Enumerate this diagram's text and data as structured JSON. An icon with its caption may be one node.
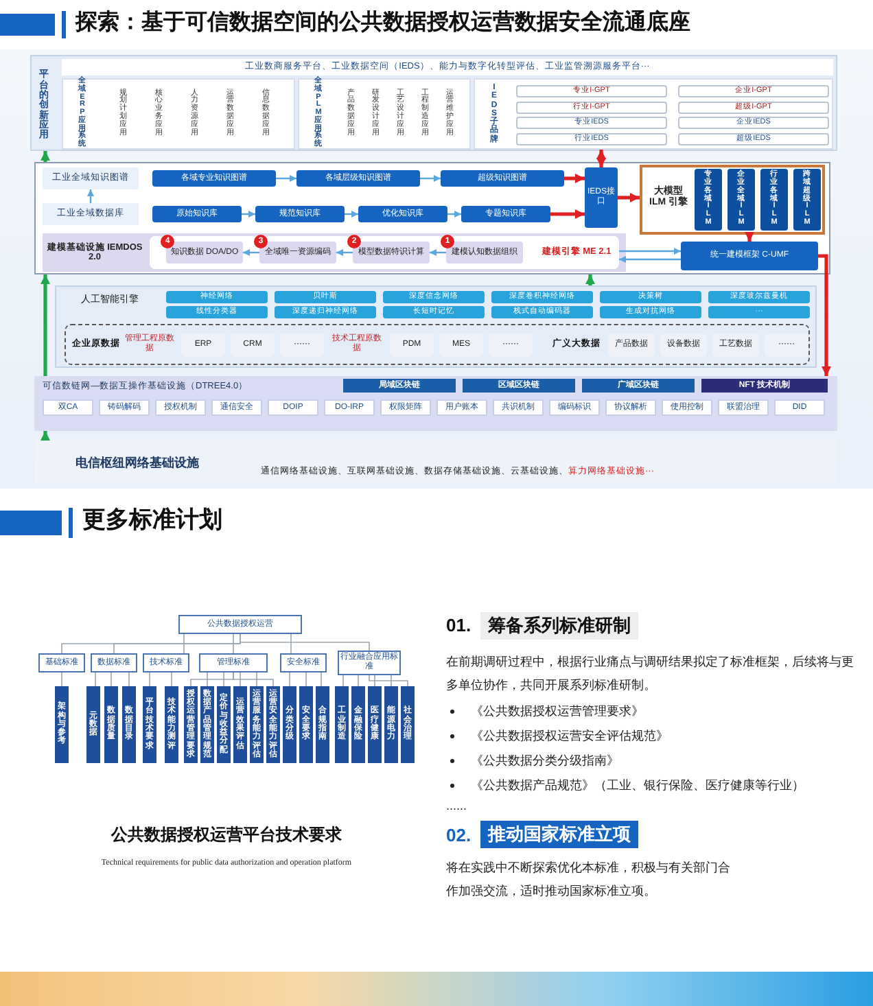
{
  "diagram": {
    "nodes": [
      {
        "text": [
          "平台的创新应用"
        ]
      },
      {
        "text": [
          "工业数商服务平台、工业数据空间（IEDS）、能力与数字化转型评估、工业监管溯源服务平台···"
        ],
        "in": 0
      },
      {
        "text": [
          "全域ERP应用系统",
          "规划计划应用",
          "核心业务应用",
          "人力资源应用",
          "运营数据应用",
          "信息数据应用"
        ],
        "in": 0
      },
      {
        "text": [
          "全域PLM应用系统",
          "产品数据应用",
          "研发设计应用",
          "工艺设计应用",
          "工程制造应用",
          "运营维护应用"
        ],
        "in": 0
      },
      {
        "text": [
          "IEDS子品牌"
        ],
        "in": 0
      },
      {
        "text": [
          "专业I-GPT"
        ],
        "in": 4
      },
      {
        "text": [
          "企业I-GPT"
        ],
        "in": 4
      },
      {
        "text": [
          "行业I-GPT"
        ],
        "in": 4
      },
      {
        "text": [
          "超级I-GPT"
        ],
        "in": 4
      },
      {
        "text": [
          "专业IEDS"
        ],
        "in": 4
      },
      {
        "text": [
          "企业IEDS"
        ],
        "in": 4
      },
      {
        "text": [
          "行业IEDS"
        ],
        "in": 4
      },
      {
        "text": [
          "超级IEDS"
        ],
        "in": 4
      },
      {
        "text": [],
        "shape": "box"
      },
      {
        "text": [
          "工业全域知识图谱"
        ],
        "in": 13
      },
      {
        "text": [
          "各域专业知识图谱"
        ],
        "in": 13
      },
      {
        "text": [
          "各域层级知识图谱"
        ],
        "in": 13
      },
      {
        "text": [
          "超级知识图谱"
        ],
        "in": 13
      },
      {
        "text": [
          "工业全域数据库"
        ],
        "in": 13
      },
      {
        "text": [
          "原始知识库"
        ],
        "in": 13
      },
      {
        "text": [
          "规范知识库"
        ],
        "in": 13
      },
      {
        "text": [
          "优化知识库"
        ],
        "in": 13
      },
      {
        "text": [
          "专题知识库"
        ],
        "in": 13
      },
      {
        "text": [
          "IEDS接口"
        ],
        "in": 13
      },
      {
        "text": [
          "大模型 ILM 引擎"
        ],
        "in": 13
      },
      {
        "text": [
          "专业各域ILM"
        ],
        "in": 24
      },
      {
        "text": [
          "企业全域ILM"
        ],
        "in": 24
      },
      {
        "text": [
          "行业各域ILM"
        ],
        "in": 24
      },
      {
        "text": [
          "跨域超级ILM"
        ],
        "in": 24
      },
      {
        "text": [
          "建模基础设施 IEMDOS 2.0"
        ],
        "in": 13
      },
      {
        "text": [
          "建模引擎 ME 2.1"
        ],
        "in": 29
      },
      {
        "text": [
          "知识数据 DOA/DO"
        ],
        "beside": [
          "4"
        ],
        "in": 30
      },
      {
        "text": [
          "全域唯一资源编码"
        ],
        "beside": [
          "3"
        ],
        "in": 30
      },
      {
        "text": [
          "模型数据特识计算"
        ],
        "beside": [
          "2"
        ],
        "in": 30
      },
      {
        "text": [
          "建模认知数据组织"
        ],
        "beside": [
          "1"
        ],
        "in": 30
      },
      {
        "text": [
          "统一建模框架 C-UMF"
        ],
        "in": 13
      },
      {
        "text": [
          "人工智能引擎"
        ]
      },
      {
        "text": [
          "神经网络"
        ],
        "in": 36
      },
      {
        "text": [
          "贝叶斯"
        ],
        "in": 36
      },
      {
        "text": [
          "深度信念网络"
        ],
        "in": 36
      },
      {
        "text": [
          "深度卷积神经网络"
        ],
        "in": 36
      },
      {
        "text": [
          "决策树"
        ],
        "in": 36
      },
      {
        "text": [
          "深度玻尔兹曼机"
        ],
        "in": 36
      },
      {
        "text": [
          "线性分类器"
        ],
        "in": 36
      },
      {
        "text": [
          "深度递归神经网络"
        ],
        "in": 36
      },
      {
        "text": [
          "长短时记忆"
        ],
        "in": 36
      },
      {
        "text": [
          "栈式自动编码器"
        ],
        "in": 36
      },
      {
        "text": [
          "生成对抗网络"
        ],
        "in": 36
      },
      {
        "text": [
          "···"
        ],
        "in": 36
      },
      {
        "text": [
          "企业原数据",
          "管理工程原数据",
          "技术工程原数据",
          "广义大数据"
        ],
        "in": 36
      },
      {
        "text": [
          "ERP"
        ],
        "in": 49
      },
      {
        "text": [
          "CRM"
        ],
        "in": 49
      },
      {
        "text": [
          "······"
        ],
        "in": 49
      },
      {
        "text": [
          "PDM"
        ],
        "in": 49
      },
      {
        "text": [
          "MES"
        ],
        "in": 49
      },
      {
        "text": [
          "······"
        ],
        "in": 49
      },
      {
        "text": [
          "产品数据"
        ],
        "in": 49
      },
      {
        "text": [
          "设备数据"
        ],
        "in": 49
      },
      {
        "text": [
          "工艺数据"
        ],
        "in": 49
      },
      {
        "text": [
          "······"
        ],
        "in": 49
      },
      {
        "text": [
          "可信数链网—数据互操作基础设施（DTREE4.0）"
        ]
      },
      {
        "text": [
          "局域区块链"
        ],
        "in": 60
      },
      {
        "text": [
          "区域区块链"
        ],
        "in": 60
      },
      {
        "text": [
          "广域区块链"
        ],
        "in": 60
      },
      {
        "text": [
          "NFT 技术机制"
        ],
        "in": 60
      },
      {
        "text": [
          "双CA"
        ],
        "in": 60
      },
      {
        "text": [
          "铸码解码"
        ],
        "in": 60
      },
      {
        "text": [
          "授权机制"
        ],
        "in": 60
      },
      {
        "text": [
          "通信安全"
        ],
        "in": 60
      },
      {
        "text": [
          "DOIP"
        ],
        "in": 60
      },
      {
        "text": [
          "DO-IRP"
        ],
        "in": 60
      },
      {
        "text": [
          "权限矩阵"
        ],
        "in": 60
      },
      {
        "text": [
          "用户账本"
        ],
        "in": 60
      },
      {
        "text": [
          "共识机制"
        ],
        "in": 60
      },
      {
        "text": [
          "编码标识"
        ],
        "in": 60
      },
      {
        "text": [
          "协议解析"
        ],
        "in": 60
      },
      {
        "text": [
          "使用控制"
        ],
        "in": 60
      },
      {
        "text": [
          "联盟治理"
        ],
        "in": 60
      },
      {
        "text": [
          "DID"
        ],
        "in": 60
      },
      {
        "text": [
          "电信枢纽网络基础设施",
          "通信网络基础设施、互联网基础设施、数据存储基础设施、云基础设施、",
          "算力网络基础设施···"
        ]
      },
      {
        "text": [
          "公共数据授权运营"
        ]
      },
      {
        "text": [
          "基础标准"
        ]
      },
      {
        "text": [
          "数据标准"
        ]
      },
      {
        "text": [
          "技术标准"
        ]
      },
      {
        "text": [
          "管理标准"
        ]
      },
      {
        "text": [
          "安全标准"
        ]
      },
      {
        "text": [
          "行业融合应用标准"
        ]
      },
      {
        "text": [
          "架构与参考"
        ]
      },
      {
        "text": [
          "元数据"
        ]
      },
      {
        "text": [
          "数据质量"
        ]
      },
      {
        "text": [
          "数据目录"
        ]
      },
      {
        "text": [
          "平台技术要求"
        ]
      },
      {
        "text": [
          "技术能力测评"
        ]
      },
      {
        "text": [
          "授权运营管理要求"
        ]
      },
      {
        "text": [
          "数据产品管理规范"
        ]
      },
      {
        "text": [
          "定价与收益分配"
        ]
      },
      {
        "text": [
          "运营效果评估"
        ]
      },
      {
        "text": [
          "运营服务能力评估"
        ]
      },
      {
        "text": [
          "运营安全能力评估"
        ]
      },
      {
        "text": [
          "分类分级"
        ]
      },
      {
        "text": [
          "安全要求"
        ]
      },
      {
        "text": [
          "合规指南"
        ]
      },
      {
        "text": [
          "工业制造"
        ]
      },
      {
        "text": [
          "金融保险"
        ]
      },
      {
        "text": [
          "医疗健康"
        ]
      },
      {
        "text": [
          "能源电力"
        ]
      },
      {
        "text": [
          "社会治理"
        ]
      },
      {
        "text": [
          "筹备系列标准研制"
        ]
      },
      {
        "text": [
          "推动国家标准立项"
        ]
      }
    ],
    "edges": [
      {
        "from": 15,
        "to": 16,
        "arrow": "to",
        "color": "#5aa7e0"
      },
      {
        "from": 16,
        "to": 17,
        "arrow": "to",
        "color": "#5aa7e0"
      },
      {
        "from": 19,
        "to": 20,
        "arrow": "to",
        "color": "#5aa7e0"
      },
      {
        "from": 20,
        "to": 21,
        "arrow": "to",
        "color": "#5aa7e0"
      },
      {
        "from": 21,
        "to": 22,
        "arrow": "to",
        "color": "#5aa7e0"
      },
      {
        "from": 18,
        "to": 14,
        "arrow": "to",
        "color": "#5aa7e0"
      },
      {
        "from": 17,
        "to": 23,
        "arrow": "to",
        "style": "thick",
        "color": "#e02020"
      },
      {
        "from": 22,
        "to": 23,
        "arrow": "to",
        "style": "thick",
        "color": "#e02020"
      },
      {
        "from": 23,
        "to": 24,
        "arrow": "to",
        "style": "thick",
        "color": "#e02020"
      },
      {
        "from": 23,
        "to": 4,
        "arrow": "both",
        "style": "thick",
        "color": "#e02020"
      },
      {
        "from": 24,
        "to": 35,
        "arrow": "to",
        "style": "thick",
        "color": "#e02020"
      },
      {
        "from": 34,
        "to": 33,
        "arrow": "to",
        "color": "#5aa7e0"
      },
      {
        "from": 33,
        "to": 32,
        "arrow": "to",
        "color": "#5aa7e0"
      },
      {
        "from": 32,
        "to": 31,
        "arrow": "to",
        "color": "#5aa7e0"
      },
      {
        "from": 30,
        "to": 35,
        "arrow": "to",
        "color": "#5aa7e0"
      },
      {
        "from": 35,
        "to": 30,
        "arrow": "to",
        "color": "#5aa7e0"
      },
      {
        "from": 35,
        "to": 60,
        "arrow": "to",
        "style": "thick",
        "color": "#e02020"
      },
      {
        "from": 79,
        "to": 60,
        "arrow": "to",
        "style": "thick",
        "color": "#1fa84a"
      },
      {
        "from": 60,
        "to": 13,
        "arrow": "to",
        "style": "thick",
        "color": "#1fa84a"
      },
      {
        "from": 36,
        "to": 13,
        "arrow": "to",
        "style": "thick",
        "color": "#1fa84a"
      },
      {
        "from": 13,
        "to": 0,
        "arrow": "to",
        "style": "thick",
        "color": "#1fa84a"
      },
      {
        "from": 80,
        "to": 81,
        "arrow": "none"
      },
      {
        "from": 80,
        "to": 82,
        "arrow": "none"
      },
      {
        "from": 80,
        "to": 83,
        "arrow": "none"
      },
      {
        "from": 80,
        "to": 84,
        "arrow": "none"
      },
      {
        "from": 80,
        "to": 85,
        "arrow": "none"
      },
      {
        "from": 80,
        "to": 86,
        "arrow": "none"
      },
      {
        "from": 81,
        "to": 87,
        "arrow": "none"
      },
      {
        "from": 82,
        "to": 88,
        "arrow": "none"
      },
      {
        "from": 82,
        "to": 89,
        "arrow": "none"
      },
      {
        "from": 82,
        "to": 90,
        "arrow": "none"
      },
      {
        "from": 83,
        "to": 91,
        "arrow": "none"
      },
      {
        "from": 83,
        "to": 92,
        "arrow": "none"
      },
      {
        "from": 84,
        "to": 93,
        "arrow": "none"
      },
      {
        "from": 84,
        "to": 94,
        "arrow": "none"
      },
      {
        "from": 84,
        "to": 95,
        "arrow": "none"
      },
      {
        "from": 84,
        "to": 96,
        "arrow": "none"
      },
      {
        "from": 84,
        "to": 97,
        "arrow": "none"
      },
      {
        "from": 84,
        "to": 98,
        "arrow": "none"
      },
      {
        "from": 85,
        "to": 99,
        "arrow": "none"
      },
      {
        "from": 85,
        "to": 100,
        "arrow": "none"
      },
      {
        "from": 85,
        "to": 101,
        "arrow": "none"
      },
      {
        "from": 86,
        "to": 102,
        "arrow": "none"
      },
      {
        "from": 86,
        "to": 103,
        "arrow": "none"
      },
      {
        "from": 86,
        "to": 104,
        "arrow": "none"
      },
      {
        "from": 86,
        "to": 105,
        "arrow": "none"
      },
      {
        "from": 86,
        "to": 106,
        "arrow": "none"
      }
    ],
    "labels": [
      "探索：基于可信数据空间的公共数据授权运营数据安全流通底座",
      "更多标准计划",
      "公共数据授权运营平台技术要求",
      "Technical requirements for public data authorization and operation platform",
      "01.",
      "在前期调研过程中，根据行业痛点与调研结果拟定了标准框架，后续将与更多单位协作，共同开展系列标准研制。",
      "《公共数据授权运营管理要求》",
      "《公共数据授权运营安全评估规范》",
      "《公共数据分类分级指南》",
      "《公共数据产品规范》（工业、银行保险、医疗健康等行业）",
      "......",
      "02.",
      "将在实践中不断探索优化本标准，积极与有关部门合作加强交流，适时推动国家标准立项。"
    ]
  }
}
